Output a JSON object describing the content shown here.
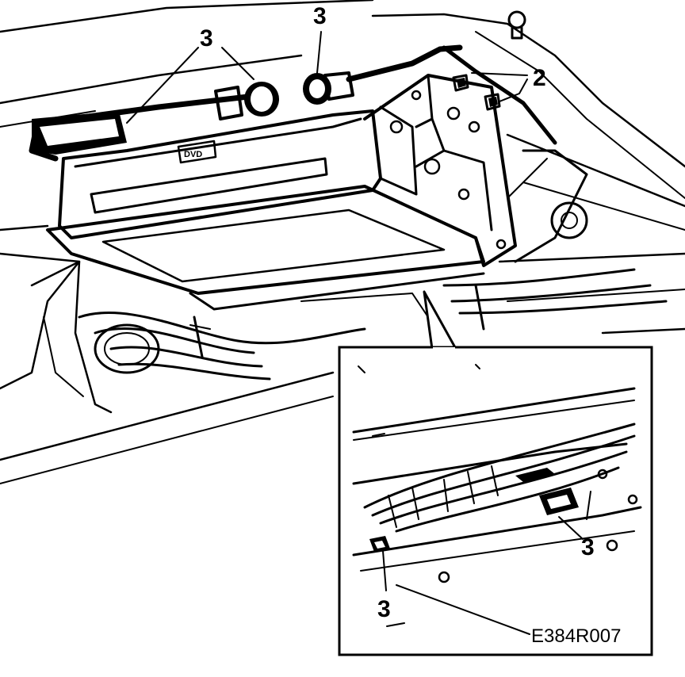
{
  "figure": {
    "callouts": {
      "top_left": "3",
      "top_center": "3",
      "top_right": "2",
      "inset_right": "3",
      "inset_left": "3"
    },
    "figure_code": "E384R007"
  }
}
